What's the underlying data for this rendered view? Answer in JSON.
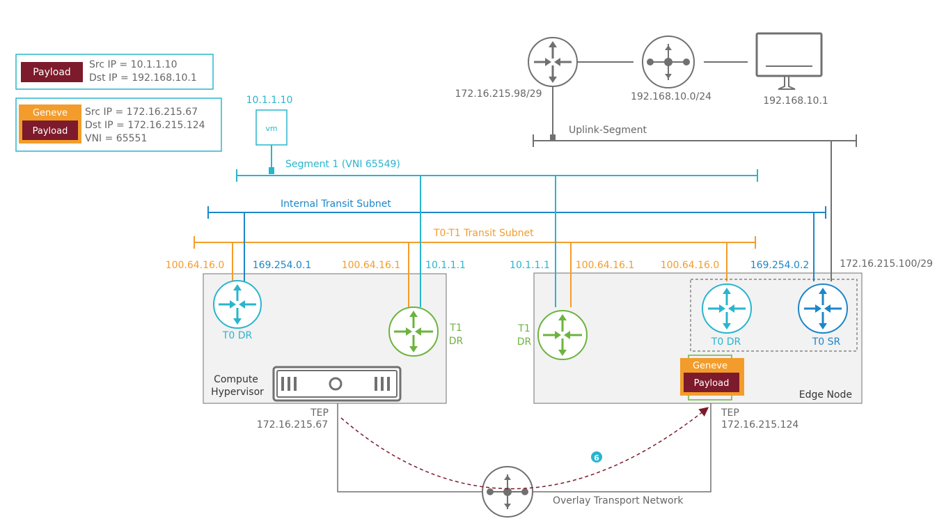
{
  "colors": {
    "cyan": "#29b5cc",
    "blue": "#1d86c8",
    "orange": "#f39c2b",
    "green": "#6cb33f",
    "gray": "#707070",
    "maroon": "#7d1a2b",
    "box_fill": "#f2f2f2"
  },
  "legend": {
    "payload_label": "Payload",
    "inner_src": "Src IP = 10.1.1.10",
    "inner_dst": "Dst IP = 192.168.10.1",
    "geneve_label": "Geneve",
    "outer_payload_label": "Payload",
    "outer_src": "Src IP = 172.16.215.67",
    "outer_dst": "Dst IP = 172.16.215.124",
    "outer_vni": "VNI = 65551"
  },
  "vm": {
    "ip": "10.1.1.10",
    "label": "vm"
  },
  "segments": {
    "segment1": "Segment 1 (VNI 65549)",
    "internal_transit": "Internal Transit Subnet",
    "t0t1_transit": "T0-T1 Transit Subnet",
    "uplink": "Uplink-Segment"
  },
  "external": {
    "router_ip": "172.16.215.98/29",
    "switch_net": "192.168.10.0/24",
    "host_ip": "192.168.10.1"
  },
  "compute": {
    "ip_t0_t1transit": "100.64.16.0",
    "ip_t0_internal": "169.254.0.1",
    "ip_t1_t1transit": "100.64.16.1",
    "ip_t1_segment": "10.1.1.1",
    "t0dr_label": "T0 DR",
    "t1dr_line1": "T1",
    "t1dr_line2": "DR",
    "name_line1": "Compute",
    "name_line2": "Hypervisor",
    "tep_label": "TEP",
    "tep_ip": "172.16.215.67"
  },
  "edge": {
    "ip_t1_segment": "10.1.1.1",
    "ip_t1_t1transit": "100.64.16.1",
    "ip_t0dr_t1transit": "100.64.16.0",
    "ip_t0sr_internal": "169.254.0.2",
    "ip_t0sr_uplink": "172.16.215.100/29",
    "t1dr_line1": "T1",
    "t1dr_line2": "DR",
    "t0dr_label": "T0 DR",
    "t0sr_label": "T0 SR",
    "geneve_label": "Geneve",
    "payload_label": "Payload",
    "name": "Edge Node",
    "tep_label": "TEP",
    "tep_ip": "172.16.215.124"
  },
  "step": "6",
  "overlay_label": "Overlay Transport Network",
  "icons": {
    "router": "router-icon",
    "switch": "switch-icon",
    "monitor": "monitor-icon",
    "hypervisor": "hypervisor-icon"
  }
}
